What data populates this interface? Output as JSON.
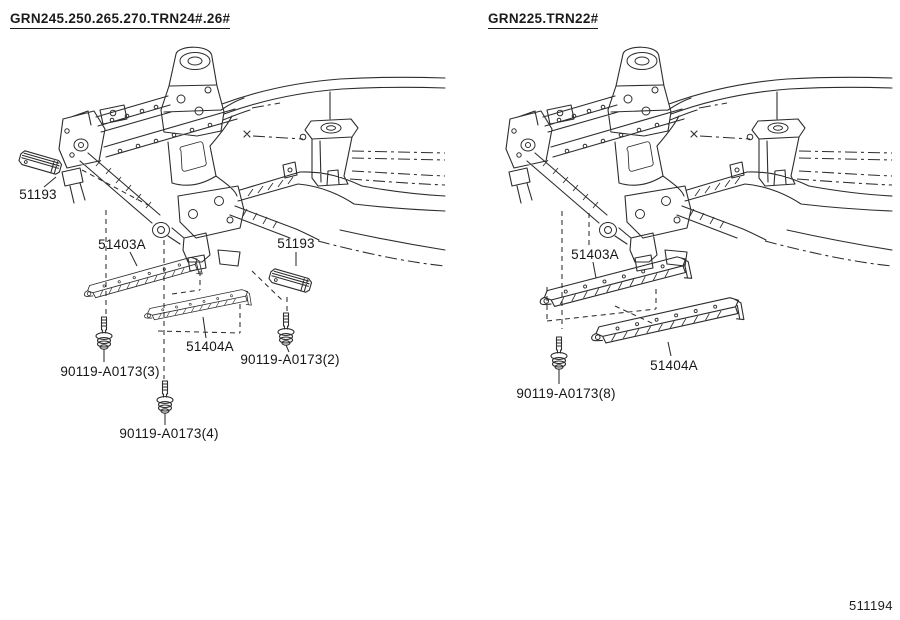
{
  "footer": {
    "code": "511194"
  },
  "left_diagram": {
    "title": "GRN245.250.265.270.TRN24#.26#",
    "labels": {
      "spacer_a": "51193",
      "spacer_b": "51193",
      "member_sub_upper": "51403A",
      "member_sub_lower": "51404A",
      "bolt_a": "90119-A0173(3)",
      "bolt_b": "90119-A0173(2)",
      "bolt_c": "90119-A0173(4)"
    }
  },
  "right_diagram": {
    "title": "GRN225.TRN22#",
    "labels": {
      "member_sub_upper": "51403A",
      "member_sub_lower": "51404A",
      "bolt_a": "90119-A0173(8)"
    }
  }
}
